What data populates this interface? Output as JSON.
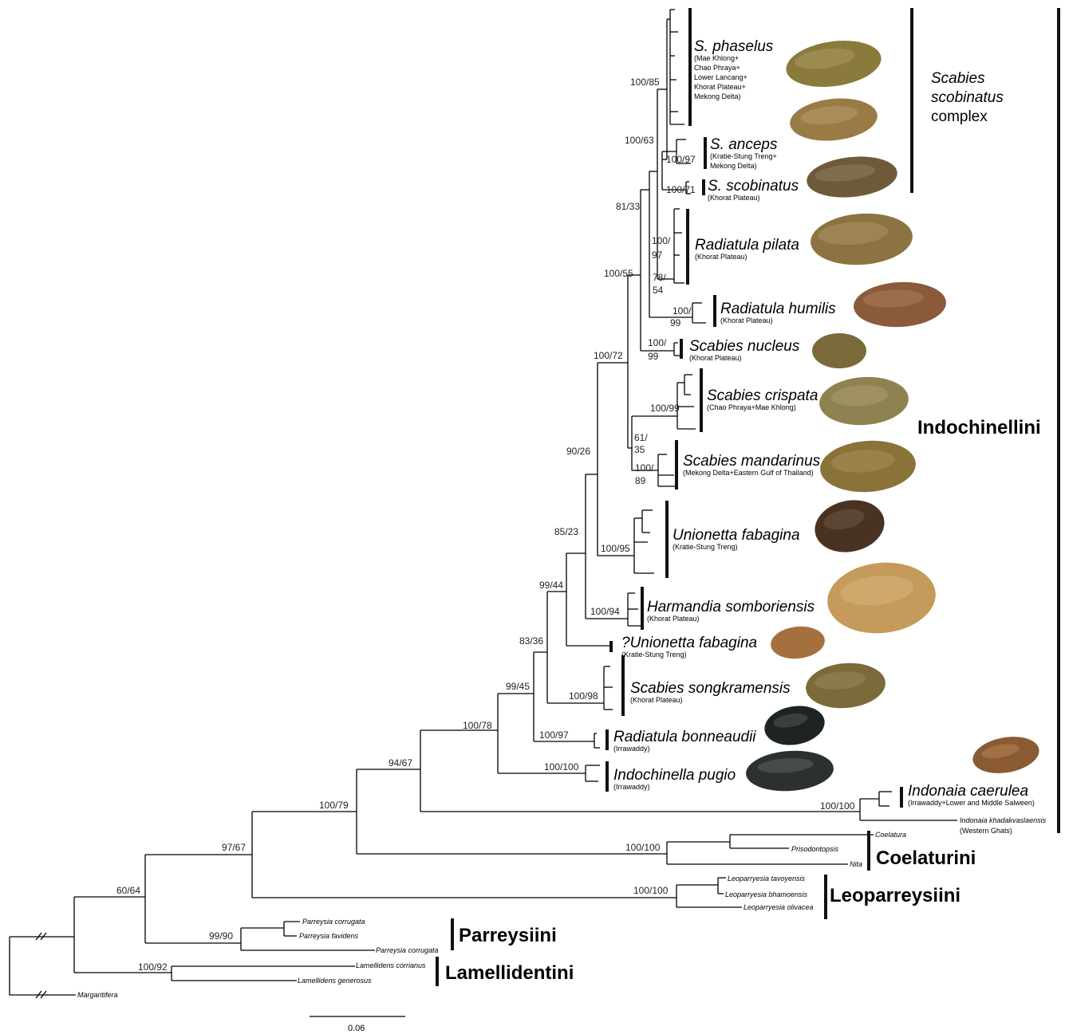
{
  "species": [
    {
      "id": "s_phaselus",
      "name": "S. phaselus",
      "locality": [
        "(Mae Khlong+",
        "Chao Phraya+",
        "Lower Lancang+",
        "Khorat Plateau+",
        "Mekong Delta)"
      ],
      "shell_color": "#8a7a3c"
    },
    {
      "id": "s_anceps",
      "name": "S. anceps",
      "locality": [
        "(Kratie-Stung Treng+",
        "Mekong Delta)"
      ],
      "shell_color": "#9a7a45"
    },
    {
      "id": "s_scobinatus",
      "name": "S. scobinatus",
      "locality": [
        "(Khorat Plateau)"
      ],
      "shell_color": "#6e5a3a"
    },
    {
      "id": "radiatula_pilata",
      "name": "Radiatula pilata",
      "locality": [
        "(Khorat Plateau)"
      ],
      "shell_color": "#8c7442"
    },
    {
      "id": "radiatula_humilis",
      "name": "Radiatula humilis",
      "locality": [
        "(Khorat Plateau)"
      ],
      "shell_color": "#8a5a3a"
    },
    {
      "id": "scabies_nucleus",
      "name": "Scabies nucleus",
      "locality": [
        "(Khorat Plateau)"
      ],
      "shell_color": "#7a6a3a"
    },
    {
      "id": "scabies_crispata",
      "name": "Scabies crispata",
      "locality": [
        "(Chao Phraya+Mae Khlong)"
      ],
      "shell_color": "#8e8250"
    },
    {
      "id": "scabies_mandarinus",
      "name": "Scabies mandarinus",
      "locality": [
        "(Mekong Delta+Eastern Gulf of Thailand)"
      ],
      "shell_color": "#8a7338"
    },
    {
      "id": "unionetta_fabagina",
      "name": "Unionetta fabagina",
      "locality": [
        "(Kratie-Stung Treng)"
      ],
      "shell_color": "#4a3222"
    },
    {
      "id": "harmandia",
      "name": "Harmandia somboriensis",
      "locality": [
        "(Khorat Plateau)"
      ],
      "shell_color": "#c59a5a"
    },
    {
      "id": "q_unionetta",
      "name": "?Unionetta fabagina",
      "locality": [
        "(Kratie-Stung Treng)"
      ],
      "shell_color": "#a4713e"
    },
    {
      "id": "scabies_songkramensis",
      "name": "Scabies songkramensis",
      "locality": [
        "(Khorat Plateau)"
      ],
      "shell_color": "#7c6a3a"
    },
    {
      "id": "radiatula_bonneaudii",
      "name": "Radiatula bonneaudii",
      "locality": [
        "(Irrawaddy)"
      ],
      "shell_color": "#1e2424"
    },
    {
      "id": "indochinella_pugio",
      "name": "Indochinella pugio",
      "locality": [
        "(Irrawaddy)"
      ],
      "shell_color": "#2c302e"
    },
    {
      "id": "indonaia_caerulea",
      "name": "Indonaia caerulea",
      "locality": [
        "(Irrawaddy+Lower and Middle Salween)"
      ],
      "shell_color": "#8a5a32"
    }
  ],
  "small_taxa": {
    "indonaia_khad": "Indonaia khadakvaslaensis",
    "western_ghats": "(Western Ghats)",
    "coelatura": "Coelatura",
    "prisodontopsis": "Prisodontopsis",
    "nita": "Nita",
    "leo_tav": "Leoparryesia tavoyensis",
    "leo_bham": "Leoparryesia bhamoensis",
    "leo_oliv": "Leoparryesia olivacea",
    "parreysia_1": "Parreysia corrugata",
    "parreysia_fav": "Parreysia favidens",
    "parreysia_2": "Parreysia corrugata",
    "lam_corr": "Lamellidens corrianus",
    "lam_gen": "Lamellidens generosus",
    "margaritifera": "Margaritifera"
  },
  "support": {
    "n_100_85": "100/85",
    "n_100_63": "100/63",
    "n_100_97": "100/97",
    "n_100_71": "100/71",
    "n_81_33": "81/33",
    "n_rp_a": "100/",
    "n_rp_b": "97",
    "n_rp_c": "78/",
    "n_rp_d": "54",
    "n_100_55": "100/55",
    "n_rh_a": "100/",
    "n_rh_b": "99",
    "n_sn_a": "100/",
    "n_sn_b": "99",
    "n_100_72": "100/72",
    "n_100_99": "100/99",
    "n_61_a": "61/",
    "n_61_b": "35",
    "n_sm_a": "100/",
    "n_sm_b": "89",
    "n_90_26": "90/26",
    "n_100_95": "100/95",
    "n_85_23": "85/23",
    "n_99_44": "99/44",
    "n_100_94": "100/94",
    "n_83_36": "83/36",
    "n_100_98": "100/98",
    "n_99_45": "99/45",
    "n_100_97b": "100/97",
    "n_100_78": "100/78",
    "n_100_100a": "100/100",
    "n_94_67": "94/67",
    "n_100_100b": "100/100",
    "n_100_79": "100/79",
    "n_100_100c": "100/100",
    "n_97_67": "97/67",
    "n_100_100d": "100/100",
    "n_60_64": "60/64",
    "n_99_90": "99/90",
    "n_100_92": "100/92"
  },
  "groups": {
    "complex_1": "Scabies",
    "complex_2": "scobinatus",
    "complex_3": "complex",
    "tribe_indochinellini": "Indochinellini",
    "tribe_coelaturini": "Coelaturini",
    "tribe_leoparreysiini": "Leoparreysiini",
    "tribe_parreysiini": "Parreysiini",
    "tribe_lamellidentini": "Lamellidentini"
  },
  "scale_bar": {
    "label": "0.06"
  }
}
